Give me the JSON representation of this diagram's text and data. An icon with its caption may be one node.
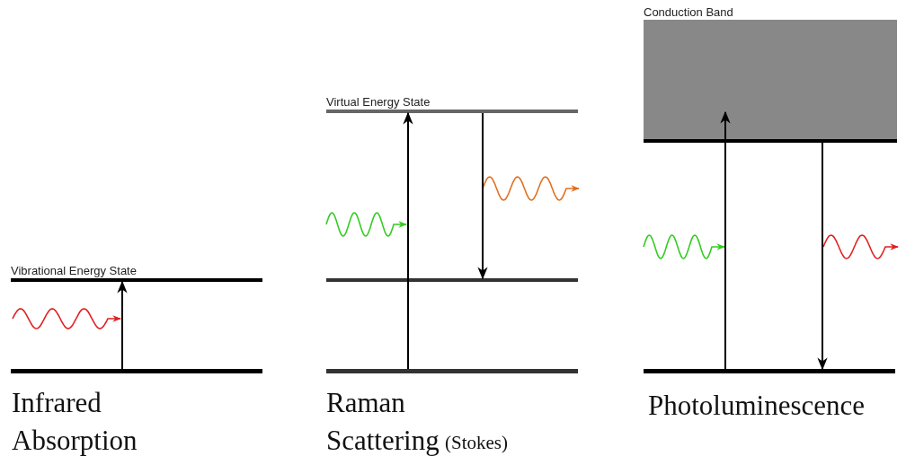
{
  "diagram": {
    "nodes": [
      {
        "text": [
          "Vibrational Energy State"
        ]
      },
      {
        "text": [],
        "shape": "bar",
        "beside": [
          "Infrared Absorption"
        ]
      },
      {
        "text": [
          "Virtual Energy State"
        ]
      },
      {
        "text": [],
        "shape": "bar"
      },
      {
        "text": [],
        "shape": "bar",
        "beside": [
          "Raman Scattering",
          "(Stokes)"
        ]
      },
      {
        "text": [
          "Conduction Band"
        ]
      },
      {
        "text": [],
        "shape": "bar",
        "beside": [
          "Photoluminescence"
        ]
      }
    ],
    "edges": [
      {
        "from": 1,
        "to": 0,
        "arrow": "to"
      },
      {
        "from": 4,
        "to": 2,
        "arrow": "to"
      },
      {
        "from": 2,
        "to": 3,
        "arrow": "to"
      },
      {
        "from": 6,
        "to": 5,
        "arrow": "to"
      },
      {
        "from": 5,
        "to": 6,
        "arrow": "to"
      }
    ]
  }
}
